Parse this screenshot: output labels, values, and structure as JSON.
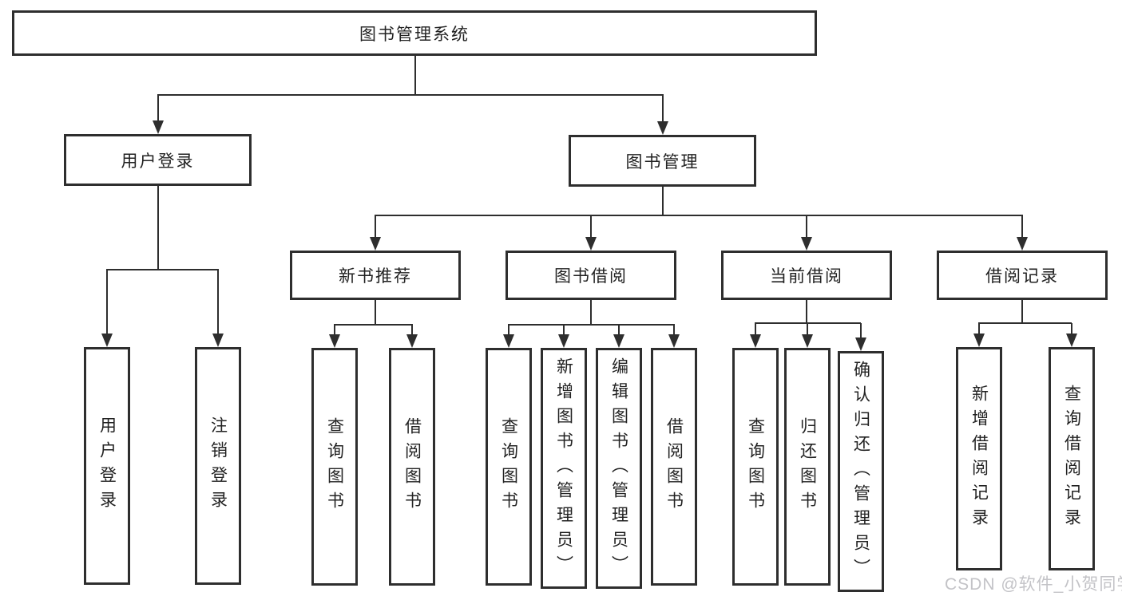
{
  "nodes": {
    "root": "图书管理系统",
    "user_login": "用户登录",
    "book_mgmt": "图书管理",
    "new_book_rec": "新书推荐",
    "book_borrow": "图书借阅",
    "current_borrow": "当前借阅",
    "borrow_record": "借阅记录"
  },
  "leaves": {
    "user_login": [
      "用户登录",
      "注销登录"
    ],
    "new_book_rec": [
      "查询图书",
      "借阅图书"
    ],
    "book_borrow": [
      "查询图书",
      "新增图书（管理员）",
      "编辑图书（管理员）",
      "借阅图书"
    ],
    "current_borrow": [
      "查询图书",
      "归还图书",
      "确认归还（管理员）"
    ],
    "borrow_record": [
      "新增借阅记录",
      "查询借阅记录"
    ]
  },
  "watermark": "CSDN @软件_小贺同学",
  "colors": {
    "line": "#2e2e2e",
    "text": "#222222",
    "watermark": "#c3c3c7",
    "fill": "#ffffff"
  }
}
